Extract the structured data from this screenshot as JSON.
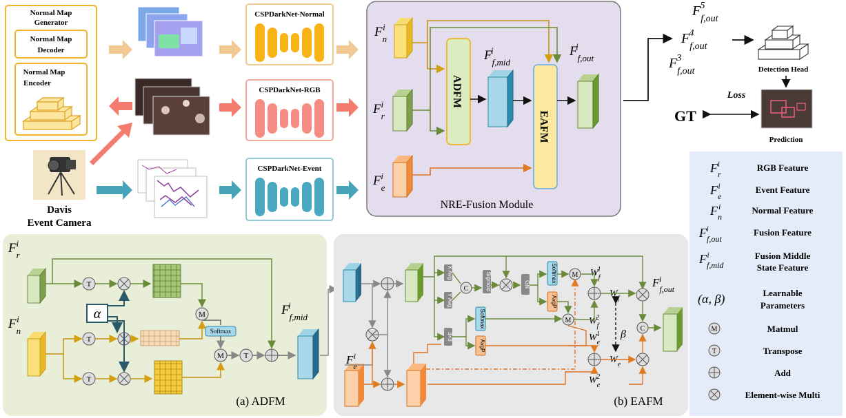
{
  "generator": {
    "title_line1": "Normal Map",
    "title_line2": "Generator",
    "decoder_line1": "Normal Map",
    "decoder_line2": "Decoder",
    "encoder_line1": "Normal Map",
    "encoder_line2": "Encoder"
  },
  "camera": {
    "line1": "Davis",
    "line2": "Event Camera"
  },
  "backbones": {
    "normal": "CSPDarkNet-Normal",
    "rgb": "CSPDarkNet-RGB",
    "event": "CSPDarkNet-Event"
  },
  "nre": {
    "module_label": "NRE-Fusion Module",
    "adfm": "ADFM",
    "eafm": "EAFM"
  },
  "sym": {
    "F": "F",
    "sup_i": "i",
    "sub_n": "n",
    "sub_r": "r",
    "sub_e": "e",
    "sub_fout": "f,out",
    "sub_fmid": "f,mid",
    "sup_5": "5",
    "sup_4": "4",
    "sup_3": "3",
    "W": "W",
    "sub_f": "f",
    "sup_1": "1",
    "sup_2": "2",
    "alpha": "α",
    "beta": "β"
  },
  "head": {
    "detection": "Detection Head",
    "prediction": "Prediction",
    "gt": "GT",
    "loss": "Loss"
  },
  "ops": {
    "T": "T",
    "M": "M",
    "C": "C",
    "softmax": "Softmax",
    "xavg": "X Avg",
    "yavg": "Y Avg",
    "sigmoid": "Sigmoid",
    "gn": "GN",
    "avgp": "AvgP",
    "conv33": "3×3"
  },
  "panels": {
    "adfm_caption": "(a) ADFM",
    "eafm_caption": "(b) EAFM"
  },
  "legend": {
    "rgb": "RGB Feature",
    "event": "Event Feature",
    "normal": "Normal Feature",
    "fusion": "Fusion Feature",
    "mid_line1": "Fusion Middle",
    "mid_line2": "State Feature",
    "params_symbol": "(α, β)",
    "params_line1": "Learnable",
    "params_line2": "Parameters",
    "matmul": "Matmul",
    "transpose": "Transpose",
    "add": "Add",
    "mul": "Element-wise Multi"
  },
  "colors": {
    "normal": "#f5c518",
    "rgb": "#f47c6e",
    "event": "#46a3b8",
    "green_feat": "#7ea04a",
    "orange_feat": "#f08a3a",
    "teal_feat": "#3a9bbf",
    "nre_bg": "#e4ddee",
    "adfm_bg": "#e8eed8",
    "eafm_bg": "#e8e8e8",
    "legend_bg": "#e3ecf8"
  }
}
